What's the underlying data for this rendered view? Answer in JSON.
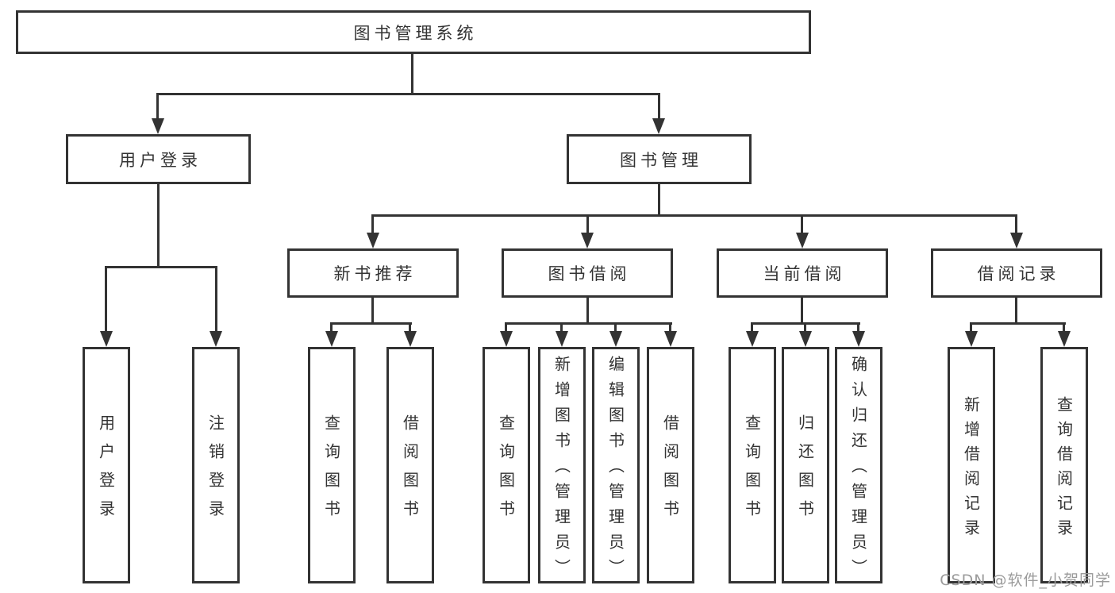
{
  "diagram": {
    "title": "图书管理系统",
    "nodes": {
      "root": "图书管理系统",
      "user_login": "用户登录",
      "book_management": "图书管理",
      "new_book_recommendation": "新书推荐",
      "book_borrowing": "图书借阅",
      "current_borrowing": "当前借阅",
      "borrowing_records": "借阅记录"
    },
    "leaves": [
      {
        "parent": "用户登录",
        "label": "用户登录"
      },
      {
        "parent": "用户登录",
        "label": "注销登录"
      },
      {
        "parent": "新书推荐",
        "label": "查询图书"
      },
      {
        "parent": "新书推荐",
        "label": "借阅图书"
      },
      {
        "parent": "图书借阅",
        "label": "查询图书"
      },
      {
        "parent": "图书借阅",
        "label": "新增图书（管理员）"
      },
      {
        "parent": "图书借阅",
        "label": "编辑图书（管理员）"
      },
      {
        "parent": "图书借阅",
        "label": "借阅图书"
      },
      {
        "parent": "当前借阅",
        "label": "查询图书"
      },
      {
        "parent": "当前借阅",
        "label": "归还图书"
      },
      {
        "parent": "当前借阅",
        "label": "确认归还（管理员）"
      },
      {
        "parent": "借阅记录",
        "label": "新增借阅记录"
      },
      {
        "parent": "借阅记录",
        "label": "查询借阅记录"
      }
    ],
    "colors": {
      "line": "#333333",
      "box_border": "#333333",
      "box_fill": "#ffffff",
      "text": "#333333",
      "background": "#ffffff",
      "watermark": "#9b9b9b"
    }
  },
  "watermark": {
    "text": "CSDN @软件_小贺同学"
  }
}
